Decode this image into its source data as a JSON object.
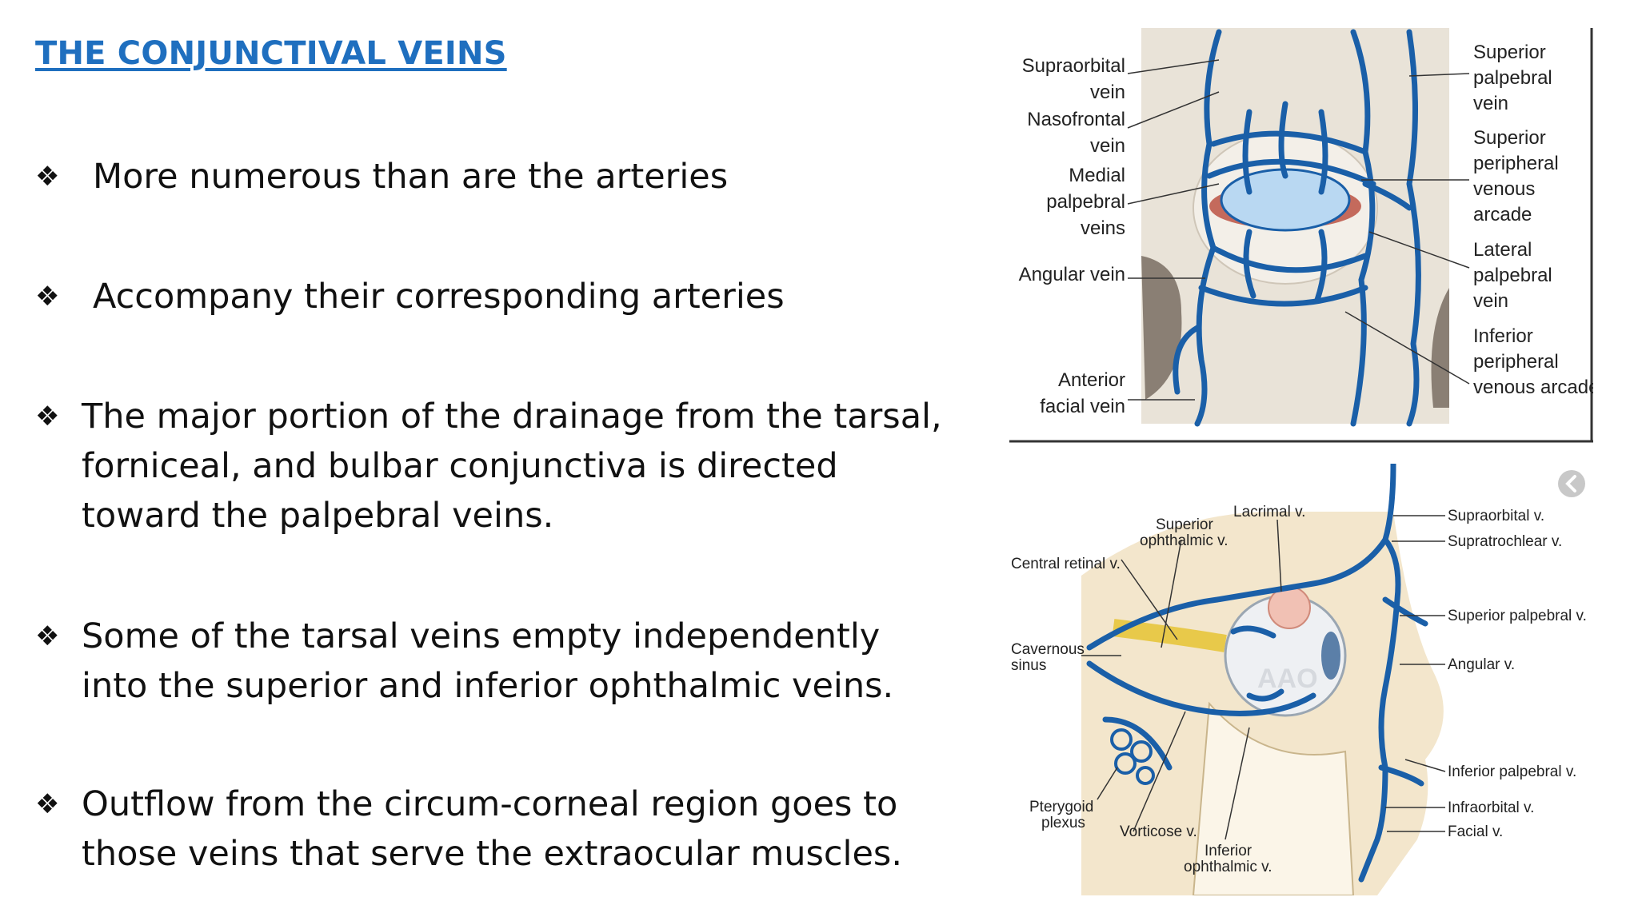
{
  "slide": {
    "title": "THE CONJUNCTIVAL VEINS",
    "bullet_symbol": "❖",
    "bullets": [
      {
        "lines": [
          "More numerous than are the arteries"
        ]
      },
      {
        "lines": [
          "Accompany their corresponding arteries"
        ]
      },
      {
        "lines": [
          "The major portion of the drainage from the tarsal,",
          "forniceal, and bulbar conjunctiva is directed",
          "toward the palpebral veins."
        ]
      },
      {
        "lines": [
          "Some of the tarsal veins empty independently",
          "into the superior and inferior ophthalmic veins."
        ]
      },
      {
        "lines": [
          "Outflow from the circum-corneal region goes to",
          "those veins that serve the extraocular muscles."
        ]
      }
    ],
    "accent_color": "#1f6fbf",
    "vein_color": "#1a5fa8"
  },
  "figure_top": {
    "left_labels": [
      [
        "Supraorbital",
        "vein"
      ],
      [
        "Nasofrontal",
        "vein"
      ],
      [
        "Medial",
        "palpebral",
        "veins"
      ],
      [
        "Angular vein"
      ],
      [
        "Anterior",
        "facial vein"
      ]
    ],
    "right_labels": [
      [
        "Superior",
        "palpebral",
        "vein"
      ],
      [
        "Superior",
        "peripheral",
        "venous",
        "arcade"
      ],
      [
        "Lateral",
        "palpebral",
        "vein"
      ],
      [
        "Inferior",
        "peripheral",
        "venous arcade"
      ]
    ]
  },
  "figure_bottom": {
    "labels": {
      "lacrimal": "Lacrimal v.",
      "superior_ophthalmic": [
        "Superior",
        "ophthalmic v."
      ],
      "central_retinal": "Central retinal v.",
      "cavernous": [
        "Cavernous",
        "sinus"
      ],
      "pterygoid": [
        "Pterygoid",
        "plexus"
      ],
      "vorticose": "Vorticose v.",
      "inferior_ophthalmic": [
        "Inferior",
        "ophthalmic v."
      ],
      "supraorbital": "Supraorbital v.",
      "supratrochlear": "Supratrochlear v.",
      "superior_palpebral": "Superior palpebral v.",
      "angular": "Angular v.",
      "inferior_palpebral": "Inferior palpebral v.",
      "infraorbital": "Infraorbital v.",
      "facial": "Facial v."
    },
    "watermark": "AAO",
    "nav_icon": "chevron-left-icon"
  }
}
